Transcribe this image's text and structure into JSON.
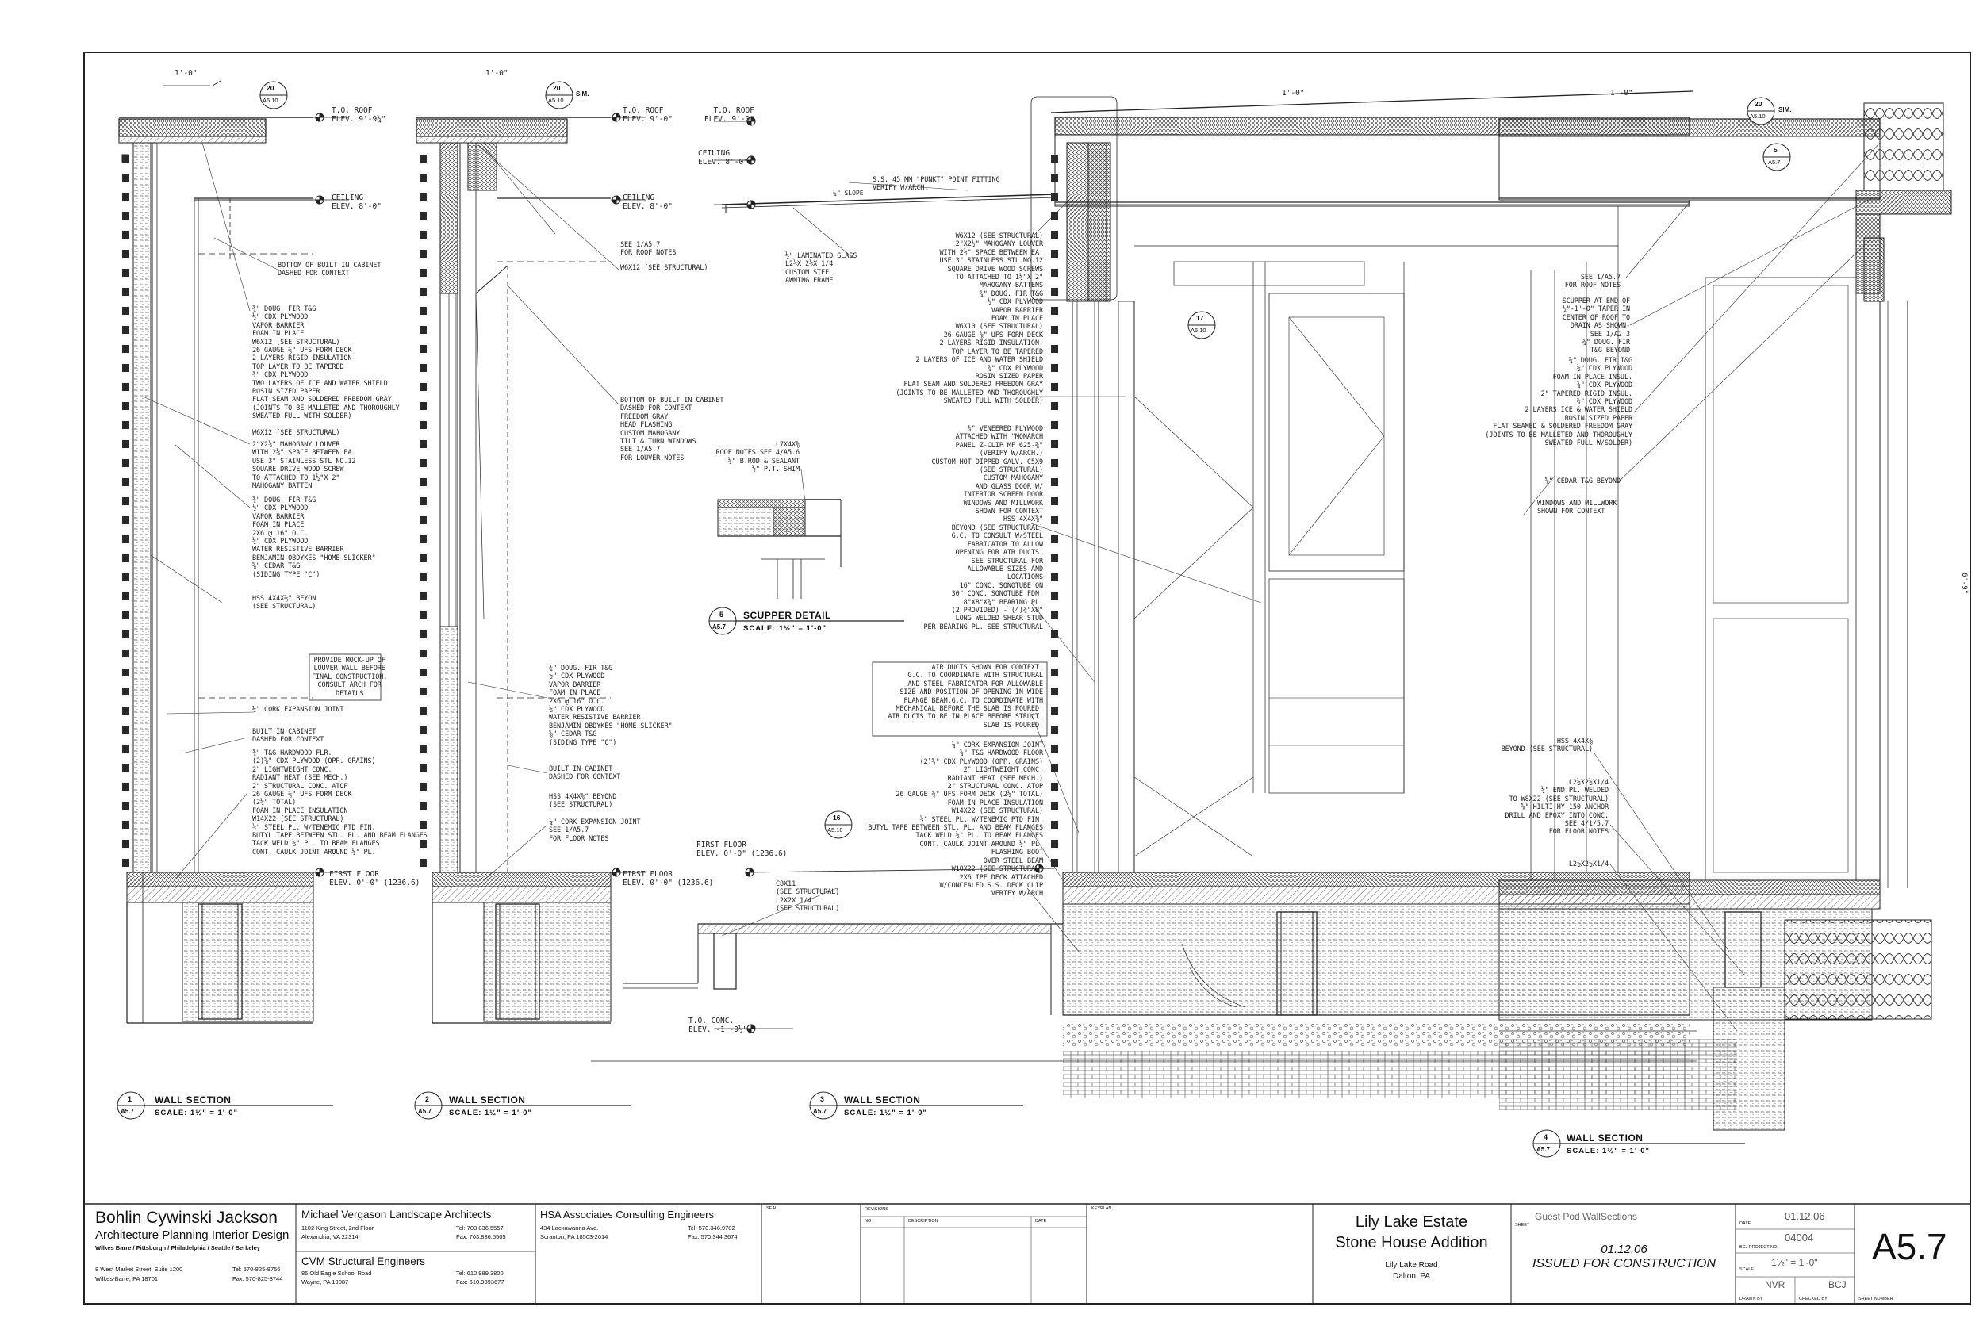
{
  "sections": [
    {
      "number": "1",
      "sheet": "A5.7",
      "title": "WALL SECTION",
      "scale": "SCALE: 1½\" = 1'-0\""
    },
    {
      "number": "2",
      "sheet": "A5.7",
      "title": "WALL SECTION",
      "scale": "SCALE: 1½\" = 1'-0\""
    },
    {
      "number": "3",
      "sheet": "A5.7",
      "title": "WALL SECTION",
      "scale": "SCALE: 1½\" = 1'-0\""
    },
    {
      "number": "4",
      "sheet": "A5.7",
      "title": "WALL SECTION",
      "scale": "SCALE: 1½\" = 1'-0\""
    }
  ],
  "scupper": {
    "number": "5",
    "sheet": "A5.7",
    "title": "SCUPPER DETAIL",
    "scale": "SCALE: 1½\" = 1'-0\""
  },
  "callouts": [
    {
      "number": "20",
      "sheet": "A5.10",
      "suffix": ""
    },
    {
      "number": "20",
      "sheet": "A5.10",
      "suffix": "SIM."
    },
    {
      "number": "17",
      "sheet": "A5.10",
      "suffix": ""
    },
    {
      "number": "16",
      "sheet": "A5.10",
      "suffix": ""
    },
    {
      "number": "20",
      "sheet": "A5.10",
      "suffix": "SIM."
    },
    {
      "number": "5",
      "sheet": "A5.7",
      "suffix": ""
    }
  ],
  "elevations": {
    "s1_roof": "T.O. ROOF\nELEV. 9'-9¼\"",
    "s1_ceiling": "CEILING\nELEV. 8'-0\"",
    "s1_floor": "FIRST FLOOR\nELEV. 0'-0\" (1236.6)",
    "s2_roof": "T.O. ROOF\nELEV. 9'-0\"",
    "s2_ceiling": "CEILING\nELEV. 8'-0\"",
    "s2_floor": "FIRST FLOOR\nELEV. 0'-0\" (1236.6)",
    "s3_roof": "T.O. ROOF\nELEV. 9'-0\"",
    "s3_ceiling": "CEILING\nELEV. 8'-0\"",
    "s3_floor": "FIRST FLOOR\nELEV. 0'-0\" (1236.6)",
    "s3_conc": "T.O. CONC.\nELEV. -1'-9½\""
  },
  "dims": {
    "d1": "1'-0\"",
    "d2": "1'-0\"",
    "d3": "1'-0\"",
    "d4": "1'-0\"",
    "slope": "¼\" SLOPE",
    "height": "6'-9\""
  },
  "notes": {
    "s1_cabinet": "BOTTOM OF BUILT IN CABINET\nDASHED FOR CONTEXT",
    "s1_roof": "¾\" DOUG. FIR T&G\n½\" CDX PLYWOOD\nVAPOR BARRIER\nFOAM IN PLACE\nW6X12 (SEE STRUCTURAL)\n26 GAUGE ⅝\" UFS FORM DECK\n2 LAYERS RIGID INSULATION-\nTOP LAYER TO BE TAPERED\n¾\" CDX PLYWOOD\nTWO LAYERS OF ICE AND WATER SHIELD\nROSIN SIZED PAPER\nFLAT SEAM AND SOLDERED FREEDOM GRAY\n(JOINTS TO BE MALLETED AND THOROUGHLY\nSWEATED FULL WITH SOLDER)",
    "s1_w6": "W6X12 (SEE STRUCTURAL)",
    "s1_louver": "2\"X2½\" MAHOGANY LOUVER\nWITH 2½\" SPACE BETWEEN EA.\nUSE 3\" STAINLESS STL NO.12\nSQUARE DRIVE WOOD SCREW\nTO ATTACHED TO 1½\"X 2\"\nMAHOGANY BATTEN",
    "s1_wall": "¾\" DOUG. FIR T&G\n½\" CDX PLYWOOD\nVAPOR BARRIER\nFOAM IN PLACE\n2X6 @ 16\" O.C.\n½\" CDX PLYWOOD\nWATER RESISTIVE BARRIER\nBENJAMIN OBDYKES \"HOME SLICKER\"\n⅝\" CEDAR T&G\n(SIDING TYPE \"C\")",
    "s1_hss": "HSS 4X4X⅜\" BEYON\n(SEE STRUCTURAL)",
    "s1_provide": "PROVIDE MOCK-UP OF\nLOUVER WALL BEFORE\nFINAL CONSTRUCTION.\nCONSULT ARCH FOR\nDETAILS",
    "s1_cork": "¼\" CORK EXPANSION JOINT",
    "s1_builtin": "BUILT IN CABINET\nDASHED FOR CONTEXT",
    "s1_floor": "¾\" T&G HARDWOOD FLR.\n(2)⅝\" CDX PLYWOOD (OPP. GRAINS)\n2\" LIGHTWEIGHT CONC.\nRADIANT HEAT (SEE MECH.)\n2\" STRUCTURAL CONC. ATOP\n26 GAUGE ⅝\" UFS FORM DECK\n(2½\" TOTAL)\nFOAM IN PLACE INSULATION\nW14X22 (SEE STRUCTURAL)\n½\" STEEL PL. W/TENEMIC PTD FIN.\nBUTYL TAPE BETWEEN STL. PL. AND BEAM FLANGES\nTACK WELD ½\" PL. TO BEAM FLANGES\nCONT. CAULK JOINT AROUND ½\" PL.",
    "s2_roof": "SEE 1/A5.7\nFOR ROOF NOTES",
    "s2_w6": "W6X12 (SEE STRUCTURAL)",
    "s2_cabinet": "BOTTOM OF BUILT IN CABINET\nDASHED FOR CONTEXT\nFREEDOM GRAY\nHEAD FLASHING\nCUSTOM MAHOGANY\nTILT & TURN WINDOWS\nSEE 1/A5.7\nFOR LOUVER NOTES",
    "s2_wall": "¾\" DOUG. FIR T&G\n½\" CDX PLYWOOD\nVAPOR BARRIER\nFOAM IN PLACE\n2X6 @ 16\" O.C.\n½\" CDX PLYWOOD\nWATER RESISTIVE BARRIER\nBENJAMIN OBDYKES \"HOME SLICKER\"\n⅝\" CEDAR T&G\n(SIDING TYPE \"C\")",
    "s2_builtin": "BUILT IN CABINET\nDASHED FOR CONTEXT",
    "s2_hss": "HSS 4X4X⅜\" BEYOND\n(SEE STRUCTURAL)",
    "s2_cork": "¼\" CORK EXPANSION JOINT\nSEE 1/A5.7\nFOR FLOOR NOTES",
    "s3_fitting": "S.S. 45 MM \"PUNKT\" POINT FITTING\nVERIFY W/ARCH.",
    "s3_glass": "½\" LAMINATED GLASS\nL2½X 2½X 1/4\nCUSTOM STEEL\nAWNING FRAME",
    "s3_main": "W6X12 (SEE STRUCTURAL)\n2\"X2½\" MAHOGANY LOUVER\nWITH 2½\" SPACE BETWEEN EA.\nUSE 3\" STAINLESS STL NO.12\nSQUARE DRIVE WOOD SCREWS\nTO ATTACHED TO 1½\"X 2\"\nMAHOGANY BATTENS\n¾\" DOUG. FIR T&G\n½\" CDX PLYWOOD\nVAPOR BARRIER\nFOAM IN PLACE\nW6X10 (SEE STRUCTURAL)\n26 GAUGE ⅝\" UFS FORM DECK\n2 LAYERS RIGID INSULATION-\nTOP LAYER TO BE TAPERED\n2 LAYERS OF ICE AND WATER SHIELD\n¾\" CDX PLYWOOD\nROSIN SIZED PAPER\nFLAT SEAM AND SOLDERED FREEDOM GRAY\n(JOINTS TO BE MALLETED AND THOROUGHLY\nSWEATED FULL WITH SOLDER)",
    "s3_veneered": "¾\" VENEERED PLYWOOD\nATTACHED WITH \"MONARCH\nPANEL Z-CLIP MF 625-⅜\"\n(VERIFY W/ARCH.)\nCUSTOM HOT DIPPED GALV. C5X9\n(SEE STRUCTURAL)\nCUSTOM MAHOGANY\nAND GLASS DOOR W/\nINTERIOR SCREEN DOOR\nWINDOWS AND MILLWORK\nSHOWN FOR CONTEXT\nHSS 4X4X⅜\"\nBEYOND (SEE STRUCTURAL)\nG.C. TO CONSULT W/STEEL\nFABRICATOR TO ALLOW\nOPENING FOR AIR DUCTS.\nSEE STRUCTURAL FOR\nALLOWABLE SIZES AND\nLOCATIONS\n16\" CONC. SONOTUBE ON\n30\" CONC. SONOTUBE FDN.\n8\"X8\"X¾\" BEARING PL.\n(2 PROVIDED) - (4)¾\"X8\"\nLONG WELDED SHEAR STUD\nPER BEARING PL. SEE STRUCTURAL",
    "s3_airducts": "AIR DUCTS SHOWN FOR CONTEXT.\nG.C. TO COORDINATE WITH STRUCTURAL\nAND STEEL FABRICATOR FOR ALLOWABLE\nSIZE AND POSITION OF OPENING IN WIDE\nFLANGE BEAM.G.C. TO COORDINATE WITH\nMECHANICAL BEFORE THE SLAB IS POURED.\nAIR DUCTS TO BE IN PLACE BEFORE STRUCT.\nSLAB IS POURED.",
    "s3_floor": "¼\" CORK EXPANSION JOINT\n¾\" T&G HARDWOOD FLOOR\n(2)⅝\" CDX PLYWOOD (OPP. GRAINS)\n2\" LIGHTWEIGHT CONC.\nRADIANT HEAT (SEE MECH.)\n2\" STRUCTURAL CONC. ATOP\n26 GAUGE ⅝\" UFS FORM DECK (2½\" TOTAL)\nFOAM IN PLACE INSULATION\nW14X22 (SEE STRUCTURAL)\n½\" STEEL PL. W/TENEMIC PTD FIN.\nBUTYL TAPE BETWEEN STL. PL. AND BEAM FLANGES\nTACK WELD ½\" PL. TO BEAM FLANGES\nCONT. CAULK JOINT AROUND ½\" PL.\nFLASHING BOOT\nOVER STEEL BEAM\nW10X22 (SEE STRUCTURAL)\n2X6 IPE DECK ATTACHED\nW/CONCEALED S.S. DECK CLIP\nVERIFY W/ARCH",
    "s3_c8": "C8X11\n(SEE STRUCTURAL)\nL2X2X 1/4\n(SEE STRUCTURAL)",
    "scupper_top": "L7X4X⅜\nROOF NOTES SEE 4/A5.6\n½\" B.ROD & SEALANT\n½\" P.T. SHIM",
    "s4_roof": "SEE 1/A5.7\nFOR ROOF NOTES",
    "s4_scupper": "SCUPPER AT END OF\n½\"-1'-0\" TAPER IN\nCENTER OF ROOF TO\nDRAIN AS SHOWN-\nSEE 1/A2.3\n¾\" DOUG. FIR\nT&G BEYOND",
    "s4_layers": "¾\" DOUG. FIR T&G\n½\" CDX PLYWOOD\nFOAM IN PLACE INSUL.\n¾\" CDX PLYWOOD\n2\" TAPERED RIGID INSUL.\n¾\" CDX PLYWOOD\n2 LAYERS ICE & WATER SHIELD\nROSIN SIZED PAPER\nFLAT SEAMED & SOLDERED FREEDOM GRAY\n(JOINTS TO BE MALLETED AND THOROUGHLY\nSWEATED FULL W/SOLDER)",
    "s4_cedar": "⅝\" CEDAR T&G BEYOND",
    "s4_windows": "WINDOWS AND MILLWORK\nSHOWN FOR CONTEXT",
    "s4_hss": "HSS 4X4X⅜\nBEYOND (SEE STRUCTURAL)",
    "s4_angles": "L2½X2½X1/4\n½\" END PL. WELDED\nTO W8X22 (SEE STRUCTURAL)\n⅝\" HILTI-HY 150 ANCHOR\nDRILL AND EPOXY INTO CONC.\nSEE 4/1/5.7\nFOR FLOOR NOTES",
    "s4_bottom": "L2½X2½X1/4"
  },
  "title_block": {
    "firm": "Bohlin Cywinski Jackson",
    "firm_sub": "Architecture Planning Interior Design",
    "firm_offices": "Wilkes Barre / Pittsburgh / Philadelphia / Seattle / Berkeley",
    "firm_addr1": "8 West Market Street, Suite 1200",
    "firm_addr2": "Wilkes-Barre, PA  18701",
    "firm_tel": "Tel: 570-825-8756",
    "firm_fax": "Fax: 570-825-3744",
    "land": "Michael Vergason Landscape Architects",
    "land_addr1": "1102 King Street, 2nd Floor",
    "land_addr2": "Alexandria, VA 22314",
    "land_tel": "Tel: 703.836.5557",
    "land_fax": "Fax: 703.836.5505",
    "struct": "CVM Structural Engineers",
    "struct_addr1": "85 Old Eagle School Road",
    "struct_addr2": "Wayne, PA 19087",
    "struct_tel": "Tel: 610.989.3800",
    "struct_fax": "Fax: 610.9893677",
    "hsa": "HSA Associates Consulting Engineers",
    "hsa_addr1": "434 Lackawanna Ave.",
    "hsa_addr2": "Scranton, PA 18503-2014",
    "hsa_tel": "Tel: 570.346.9782",
    "hsa_fax": "Fax: 570.344.3674",
    "seal_label": "SEAL",
    "revisions_label": "REVISIONS",
    "no_label": "NO",
    "desc_label": "DESCRIPTION",
    "date_col_label": "DATE",
    "keyplan_label": "KEYPLAN",
    "project1": "Lily Lake Estate",
    "project2": "Stone House Addition",
    "addr1": "Lily Lake Road",
    "addr2": "Dalton, PA",
    "sheet_label": "SHEET",
    "sheet_title": "Guest Pod WallSections",
    "issue_date": "01.12.06",
    "issue_text": "ISSUED FOR CONSTRUCTION",
    "date_label": "DATE",
    "date_value": "01.12.06",
    "project_no_label": "BCJ PROJECT NO.",
    "project_no": "04004",
    "scale_label": "SCALE",
    "scale_value": "1½\" = 1'-0\"",
    "drawn_label": "DRAWN BY",
    "drawn_value": "NVR",
    "checked_label": "CHECKED BY",
    "checked_value": "BCJ",
    "sheet_number_label": "SHEET NUMBER",
    "sheet_number": "A5.7"
  }
}
